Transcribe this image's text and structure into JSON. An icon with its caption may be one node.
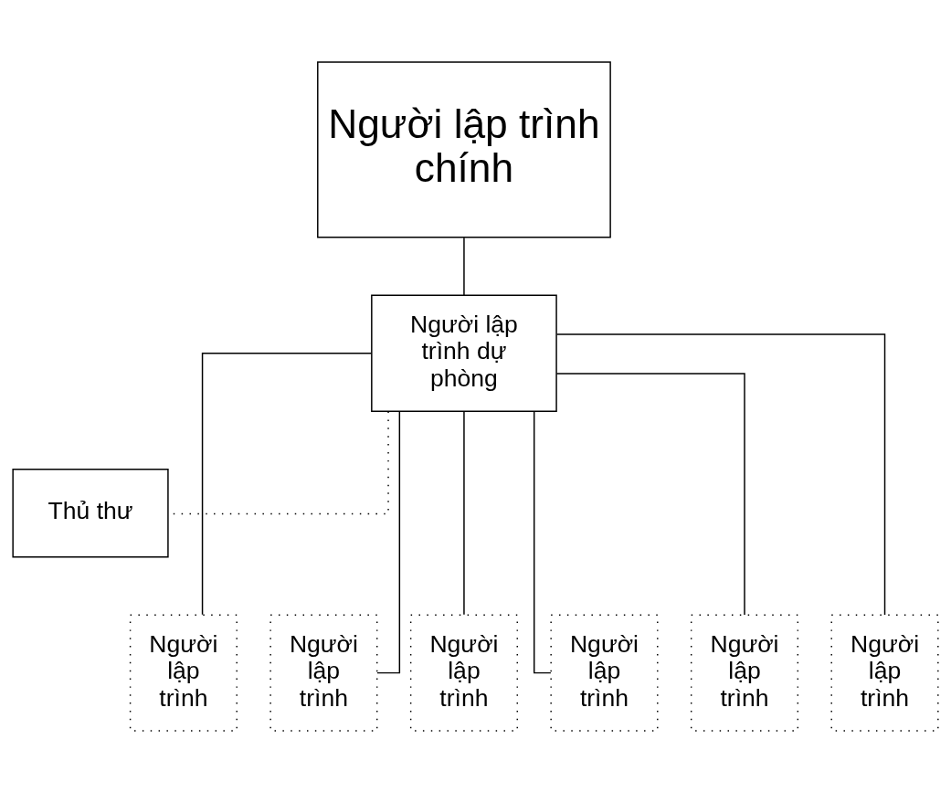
{
  "diagram": {
    "nodes": [
      {
        "text": [
          "Người lập trình chính"
        ]
      },
      {
        "text": [
          "Người lập trình dự phòng"
        ]
      },
      {
        "text": [
          "Thủ thư"
        ]
      },
      {
        "text": [
          "Người lập trình"
        ]
      },
      {
        "text": [
          "Người lập trình"
        ]
      },
      {
        "text": [
          "Người lập trình"
        ]
      },
      {
        "text": [
          "Người lập trình"
        ]
      },
      {
        "text": [
          "Người lập trình"
        ]
      },
      {
        "text": [
          "Người lập trình"
        ]
      }
    ],
    "edges": [
      {
        "from": 0,
        "to": 1,
        "arrow": "none"
      },
      {
        "from": 1,
        "to": 2,
        "arrow": "none",
        "style": "dashed"
      },
      {
        "from": 1,
        "to": 3,
        "arrow": "none"
      },
      {
        "from": 1,
        "to": 4,
        "arrow": "none"
      },
      {
        "from": 1,
        "to": 5,
        "arrow": "none"
      },
      {
        "from": 1,
        "to": 6,
        "arrow": "none"
      },
      {
        "from": 1,
        "to": 7,
        "arrow": "none"
      },
      {
        "from": 1,
        "to": 8,
        "arrow": "none"
      }
    ]
  }
}
